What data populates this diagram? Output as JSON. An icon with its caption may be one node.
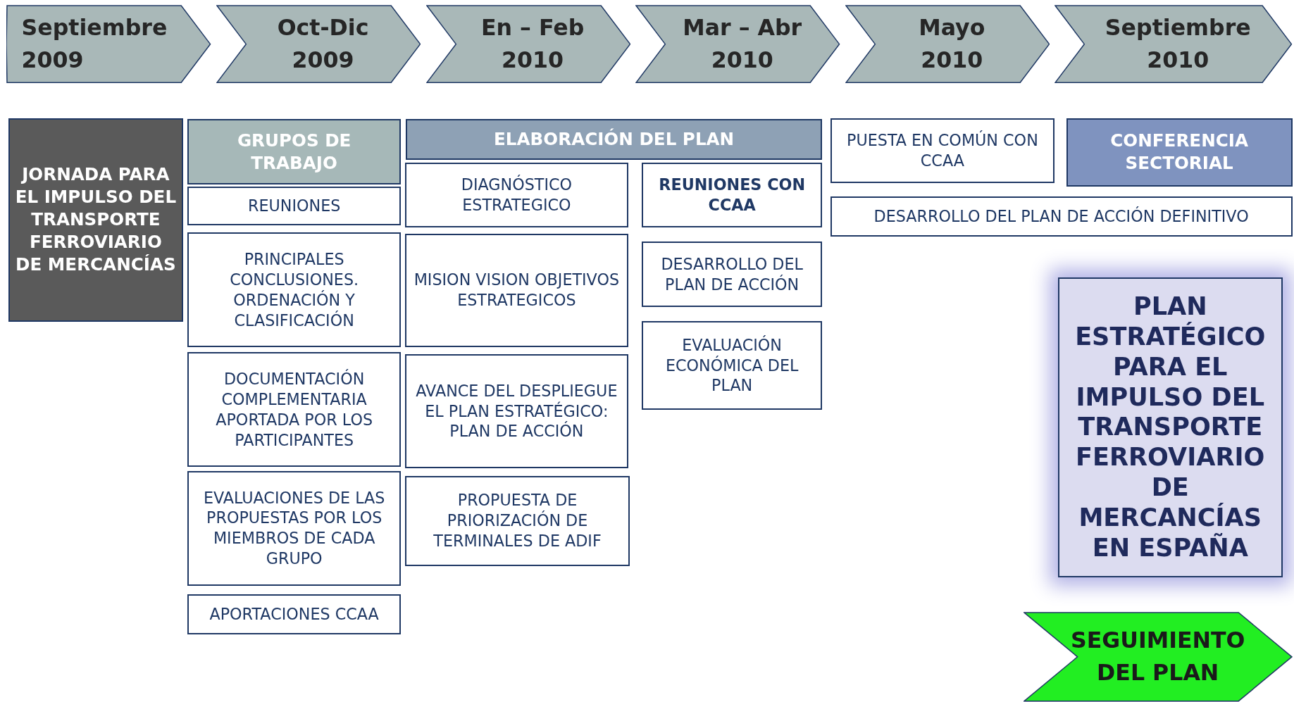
{
  "diagram": {
    "nodes": [
      {
        "text": [
          "Septiembre 2009"
        ]
      },
      {
        "text": [
          "Oct-Dic 2009"
        ]
      },
      {
        "text": [
          "En – Feb 2010"
        ]
      },
      {
        "text": [
          "Mar – Abr 2010"
        ]
      },
      {
        "text": [
          "Mayo 2010"
        ]
      },
      {
        "text": [
          "Septiembre 2010"
        ]
      },
      {
        "text": [
          "JORNADA PARA EL IMPULSO DEL TRANSPORTE FERROVIARIO DE MERCANCÍAS"
        ]
      },
      {
        "text": [
          "GRUPOS DE TRABAJO"
        ]
      },
      {
        "text": [
          "REUNIONES"
        ]
      },
      {
        "text": [
          "PRINCIPALES CONCLUSIONES. ORDENACIÓN Y CLASIFICACIÓN"
        ]
      },
      {
        "text": [
          "DOCUMENTACIÓN COMPLEMENTARIA APORTADA POR LOS PARTICIPANTES"
        ]
      },
      {
        "text": [
          "EVALUACIONES DE LAS PROPUESTAS POR LOS MIEMBROS DE CADA GRUPO"
        ]
      },
      {
        "text": [
          "APORTACIONES CCAA"
        ]
      },
      {
        "text": [
          "ELABORACIÓN DEL PLAN"
        ]
      },
      {
        "text": [
          "DIAGNÓSTICO ESTRATEGICO"
        ]
      },
      {
        "text": [
          "MISION VISION OBJETIVOS ESTRATEGICOS"
        ]
      },
      {
        "text": [
          "AVANCE DEL DESPLIEGUE EL PLAN ESTRATÉGICO: PLAN DE ACCIÓN"
        ]
      },
      {
        "text": [
          "PROPUESTA DE PRIORIZACIÓN DE TERMINALES DE ADIF"
        ]
      },
      {
        "text": [
          "REUNIONES CON CCAA"
        ]
      },
      {
        "text": [
          "DESARROLLO DEL PLAN DE ACCIÓN"
        ]
      },
      {
        "text": [
          "EVALUACIÓN ECONÓMICA DEL PLAN"
        ]
      },
      {
        "text": [
          "PUESTA EN COMÚN CON CCAA"
        ]
      },
      {
        "text": [
          "CONFERENCIA SECTORIAL"
        ]
      },
      {
        "text": [
          "DESARROLLO DEL PLAN DE ACCIÓN DEFINITIVO"
        ]
      },
      {
        "text": [
          "PLAN ESTRATÉGICO PARA EL IMPULSO DEL TRANSPORTE FERROVIARIO DE MERCANCÍAS EN ESPAÑA"
        ]
      },
      {
        "text": [
          "SEGUIMIENTO DEL PLAN"
        ]
      }
    ]
  }
}
